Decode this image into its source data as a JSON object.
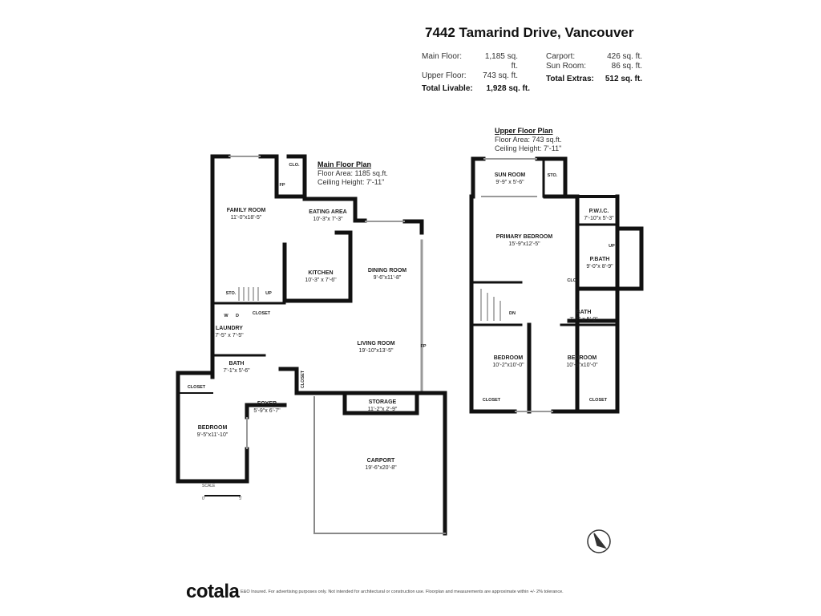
{
  "header": {
    "title": "7442 Tamarind Drive, Vancouver",
    "main_floor_label": "Main Floor:",
    "main_floor_value": "1,185 sq. ft.",
    "upper_floor_label": "Upper Floor:",
    "upper_floor_value": "743 sq. ft.",
    "total_livable_label": "Total Livable:",
    "total_livable_value": "1,928 sq. ft.",
    "carport_label": "Carport:",
    "carport_value": "426 sq. ft.",
    "sun_room_label": "Sun Room:",
    "sun_room_value": "86 sq. ft.",
    "total_extras_label": "Total Extras:",
    "total_extras_value": "512 sq. ft."
  },
  "main_floor": {
    "heading": "Main Floor Plan",
    "floor_area": "Floor Area: 1185 sq.ft.",
    "ceiling": "Ceiling Height: 7'-11\"",
    "rooms": [
      {
        "name": "FAMILY ROOM",
        "dims": "11'-0\"x18'-5\""
      },
      {
        "name": "EATING AREA",
        "dims": "10'-3\"x 7'-3\""
      },
      {
        "name": "KITCHEN",
        "dims": "10'-3\" x 7'-6\""
      },
      {
        "name": "DINING ROOM",
        "dims": "9'-6\"x11'-8\""
      },
      {
        "name": "LIVING ROOM",
        "dims": "19'-10\"x13'-5\""
      },
      {
        "name": "LAUNDRY",
        "dims": "7'-5\" x 7'-5\""
      },
      {
        "name": "BATH",
        "dims": "7'-1\"x 5'-6\""
      },
      {
        "name": "FOYER",
        "dims": "5'-9\"x 6'-7\""
      },
      {
        "name": "BEDROOM",
        "dims": "9'-5\"x11'-10\""
      },
      {
        "name": "STORAGE",
        "dims": "11'-2\"x 2'-9\""
      },
      {
        "name": "CARPORT",
        "dims": "19'-6\"x20'-8\""
      }
    ],
    "tags": {
      "clo": "CLO.",
      "fp": "FP",
      "fp2": "FP",
      "sto": "STO.",
      "up": "UP",
      "closet1": "CLOSET",
      "closet2": "CLOSET",
      "closet3": "CLOSET",
      "w": "W",
      "d": "D"
    }
  },
  "upper_floor": {
    "heading": "Upper Floor Plan",
    "floor_area": "Floor Area: 743 sq.ft.",
    "ceiling": "Ceiling Height: 7'-11\"",
    "rooms": [
      {
        "name": "SUN ROOM",
        "dims": "9'-9\" x 5'-6\""
      },
      {
        "name": "PRIMARY BEDROOM",
        "dims": "15'-9\"x12'-5\""
      },
      {
        "name": "P.W.I.C.",
        "dims": "7'-10\"x 5'-3\""
      },
      {
        "name": "P.BATH",
        "dims": "9'-0\"x 8'-9\""
      },
      {
        "name": "BATH",
        "dims": "7'-7\" x 5'-0\""
      },
      {
        "name": "BEDROOM",
        "dims": "10'-2\"x10'-0\""
      },
      {
        "name": "BEDROOM",
        "dims": "10'-9\"x10'-0\""
      }
    ],
    "tags": {
      "sto": "STO.",
      "clo": "CLO.",
      "up": "UP",
      "dn": "DN",
      "closet1": "CLOSET",
      "closet2": "CLOSET"
    }
  },
  "scale": {
    "label": "SCALE",
    "min": "0'",
    "max": "5'"
  },
  "footer": {
    "logo": "cotala",
    "disclaimer": "E&O Insured. For advertising purposes only. Not intended for architectural or construction use. Floorplan and measurements are approximate within +/- 2% tolerance."
  }
}
